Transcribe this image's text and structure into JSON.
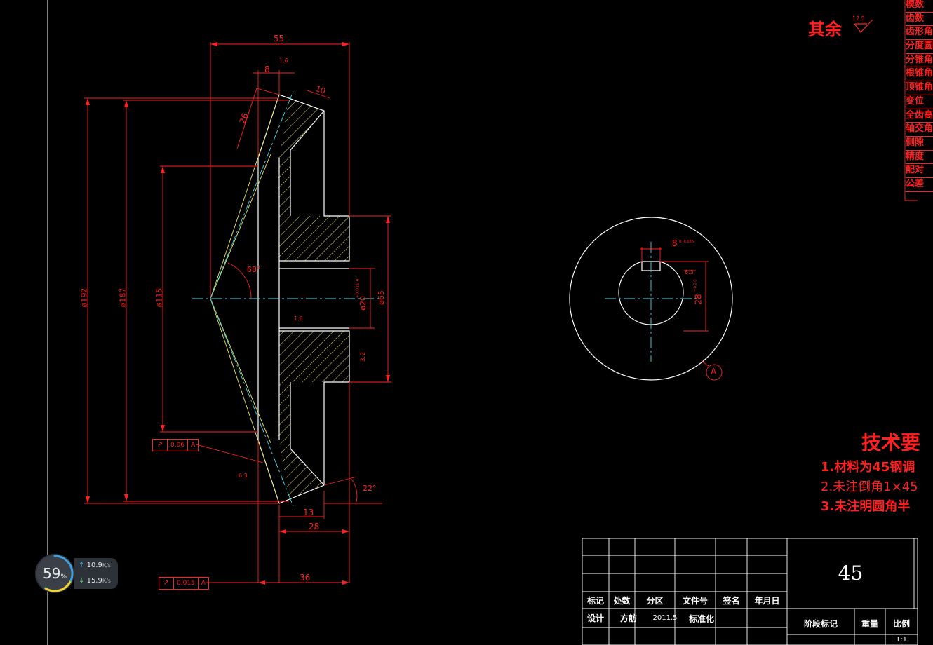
{
  "drawing": {
    "surface_note": "其余",
    "surface_note_roughness": "12.5",
    "dims": {
      "d55": "55",
      "d8": "8",
      "d10": "10",
      "d26": "26",
      "d192": "ø192",
      "d187": "ø187",
      "d115": "ø115",
      "d20": "ø20",
      "d20_tol": "+0.021 0",
      "d65": "ø65",
      "a68": "68°",
      "a22": "22°",
      "d13": "13",
      "d28": "28",
      "d36": "36",
      "r16a": "1.6",
      "r16b": "1.6",
      "r32": "3.2",
      "r63a": "6.3",
      "r63b": "6.3",
      "key_width": "8",
      "key_width_tol": "0 -0.036",
      "key_depth": "28",
      "key_depth_tol": "+0.2 0",
      "datum": "A"
    },
    "tolerance_frames": [
      {
        "value": "0.06",
        "datum": "A"
      },
      {
        "value": "0.015",
        "datum": "A"
      }
    ],
    "tech_req": {
      "title": "技术要",
      "items": [
        "1.材料为45钢调",
        "2.未注倒角1×45",
        "3.未注明圆角半"
      ]
    },
    "side_table": [
      "模数",
      "齿数",
      "齿形角",
      "分度圆",
      "分锥角",
      "根锥角",
      "顶锥角",
      "变位",
      "全齿高",
      "轴交角",
      "侧隙",
      "精度",
      "配对",
      "公差"
    ],
    "title_block": {
      "material": "45",
      "row_headers": [
        "标记",
        "处数",
        "分区",
        "文件号",
        "签名",
        "年月日"
      ],
      "design_label": "设计",
      "designer": "方舫",
      "date": "2011.5",
      "standardize": "标准化",
      "stage_mark": "阶段标记",
      "weight": "重量",
      "scale": "比例",
      "scale_value": "1:1"
    }
  },
  "widget": {
    "cpu_percent": "59",
    "percent_sign": "%",
    "upload": "10.9",
    "download": "15.9",
    "unit": "K/s",
    "colors": {
      "ring": "#3fa0e0",
      "ring_accent": "#f2d22e"
    }
  }
}
